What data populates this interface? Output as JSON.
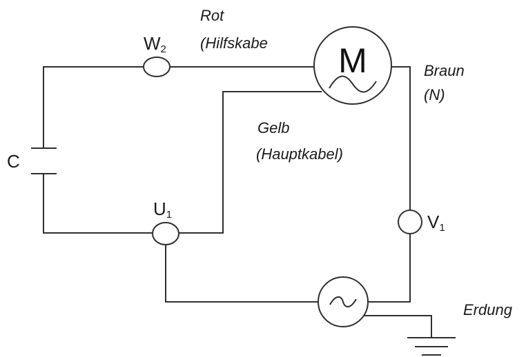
{
  "diagram": {
    "motor": {
      "symbol": "M"
    },
    "terminals": {
      "w2": {
        "main": "W",
        "sub": "2"
      },
      "u1": {
        "main": "U",
        "sub": "1"
      },
      "v1": {
        "main": "V",
        "sub": "1"
      }
    },
    "capacitor": {
      "label": "C"
    },
    "wires": {
      "rot": "Rot",
      "rot_note": "(Hilfskabe",
      "braun": "Braun",
      "braun_note": "(N)",
      "gelb": "Gelb",
      "gelb_note": "(Hauptkabel)"
    },
    "earth": {
      "label": "Erdung"
    }
  },
  "colors": {
    "line": "#2e2e2e",
    "text": "#1a1a1a"
  }
}
